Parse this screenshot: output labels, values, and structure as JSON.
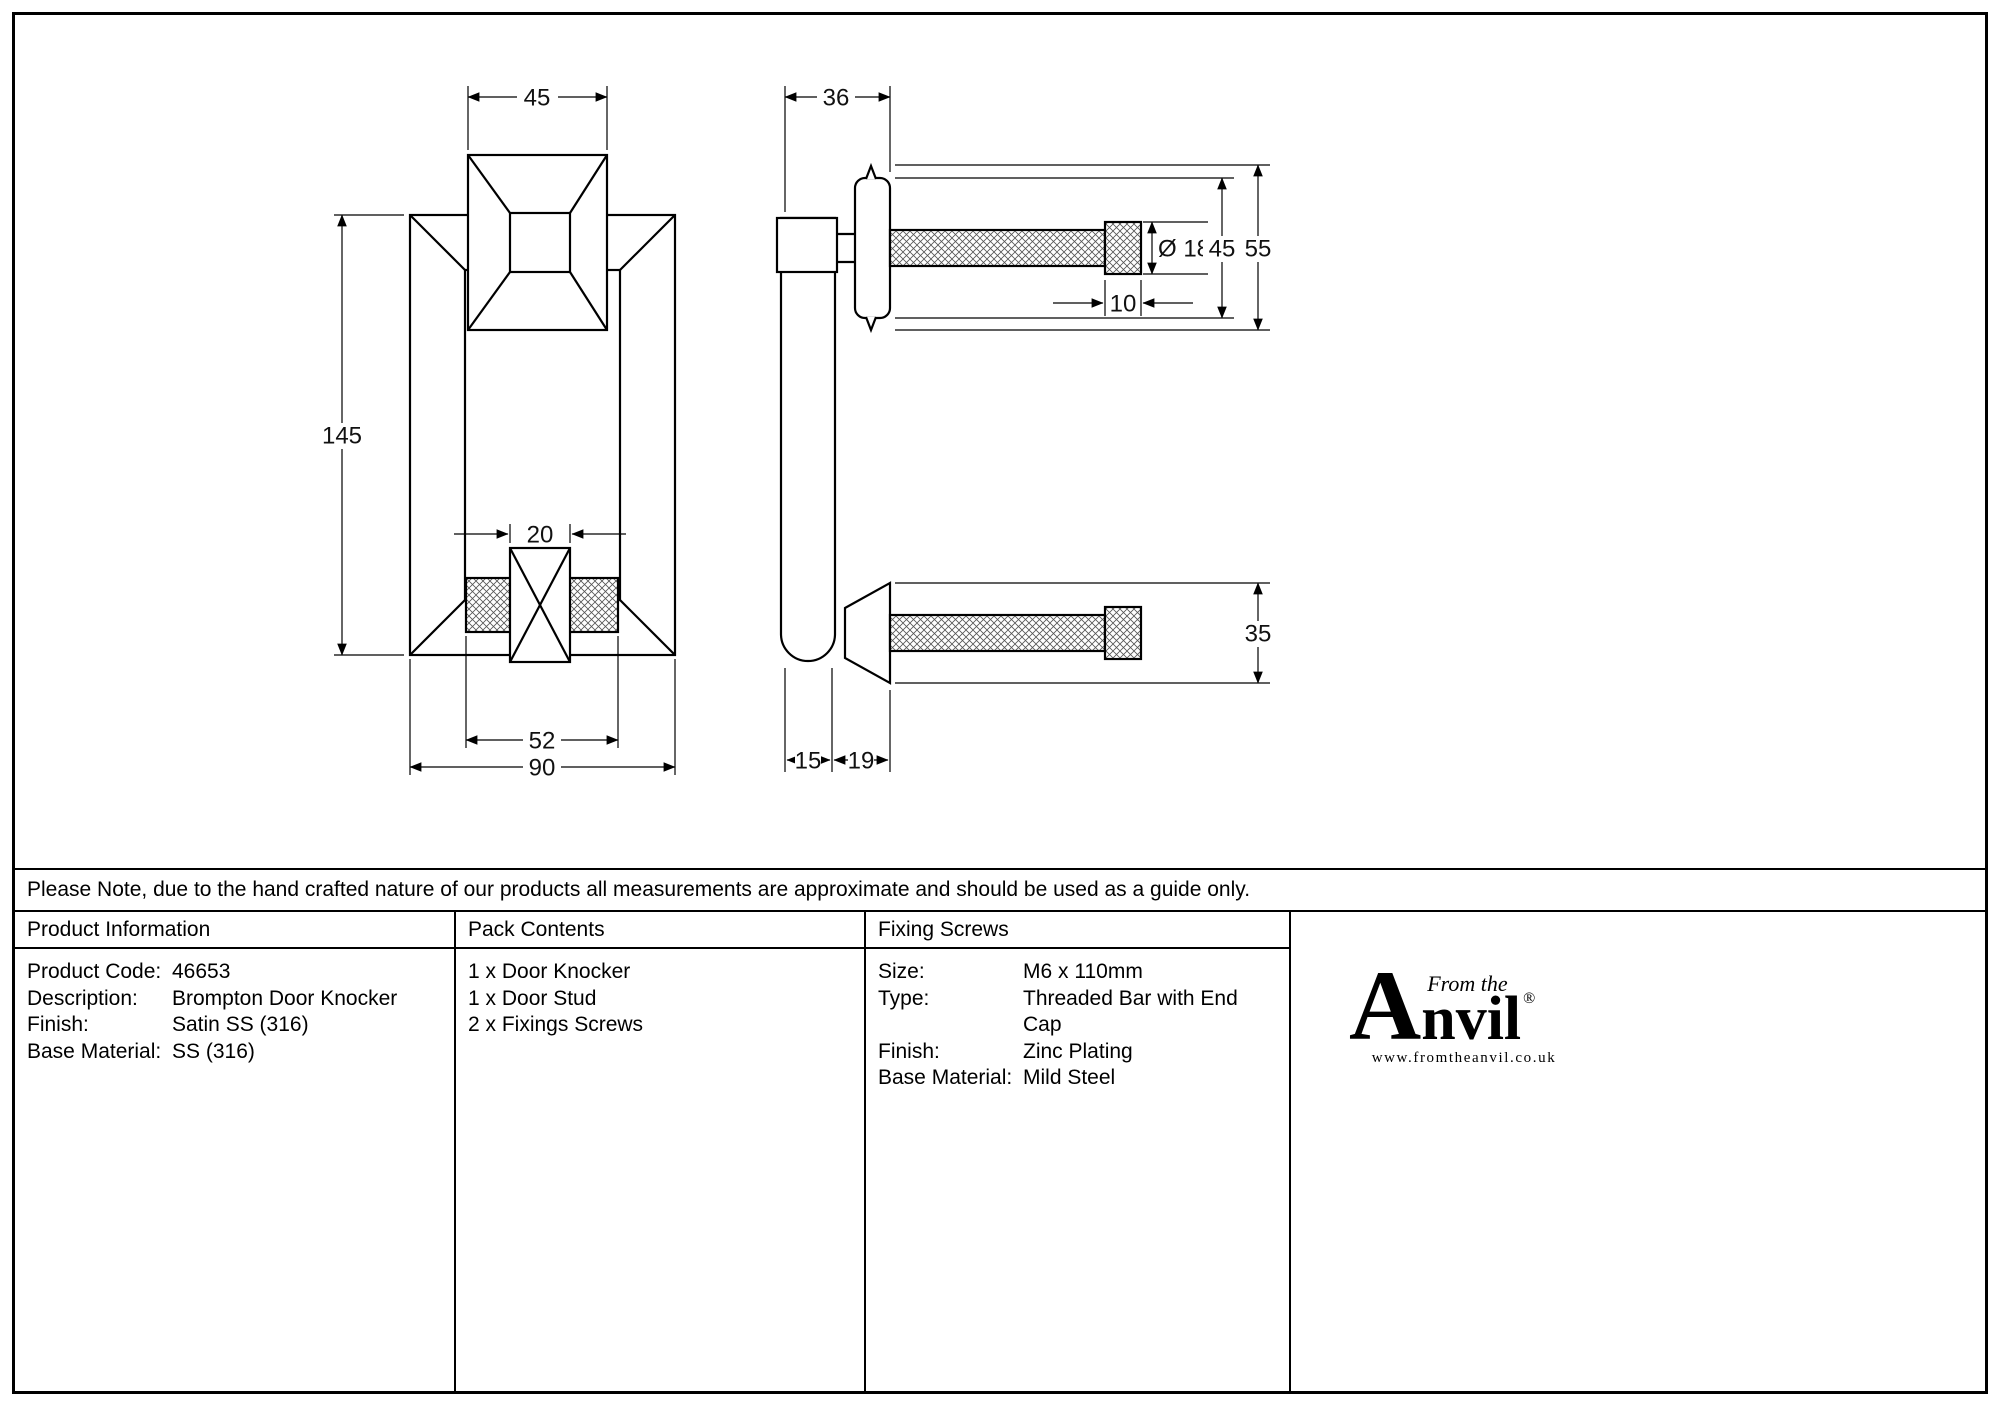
{
  "note": "Please Note, due to the hand crafted nature of our products all measurements are approximate and should be used as a guide only.",
  "drawing": {
    "dims": {
      "front_bracket_width": "45",
      "front_height": "145",
      "front_stud_width": "20",
      "front_knurl_width": "52",
      "front_plate_width": "90",
      "side_projection": "36",
      "cap_diameter": "Ø 18",
      "rose_diameter": "45",
      "rose_overall_height": "55",
      "cap_length": "10",
      "stud_base_diameter": "35",
      "arm_thickness": "15",
      "arm_gap": "19"
    }
  },
  "table": {
    "product_information": {
      "header": "Product Information",
      "rows": [
        {
          "label": "Product Code:",
          "value": "46653"
        },
        {
          "label": "Description:",
          "value": "Brompton Door Knocker"
        },
        {
          "label": "Finish:",
          "value": "Satin SS (316)"
        },
        {
          "label": "Base Material:",
          "value": "SS (316)"
        }
      ]
    },
    "pack_contents": {
      "header": "Pack Contents",
      "items": [
        "1 x Door Knocker",
        "1 x Door Stud",
        "2 x Fixings Screws"
      ]
    },
    "fixing_screws": {
      "header": "Fixing Screws",
      "rows": [
        {
          "label": "Size:",
          "value": "M6 x 110mm"
        },
        {
          "label": "Type:",
          "value": "Threaded Bar with End Cap"
        },
        {
          "label": "Finish:",
          "value": "Zinc Plating"
        },
        {
          "label": "Base Material:",
          "value": "Mild Steel"
        }
      ]
    }
  },
  "logo": {
    "brand_letter": "A",
    "from_the": "From the",
    "brand": "nvil",
    "registered": "®",
    "website": "www.fromtheanvil.co.uk"
  }
}
